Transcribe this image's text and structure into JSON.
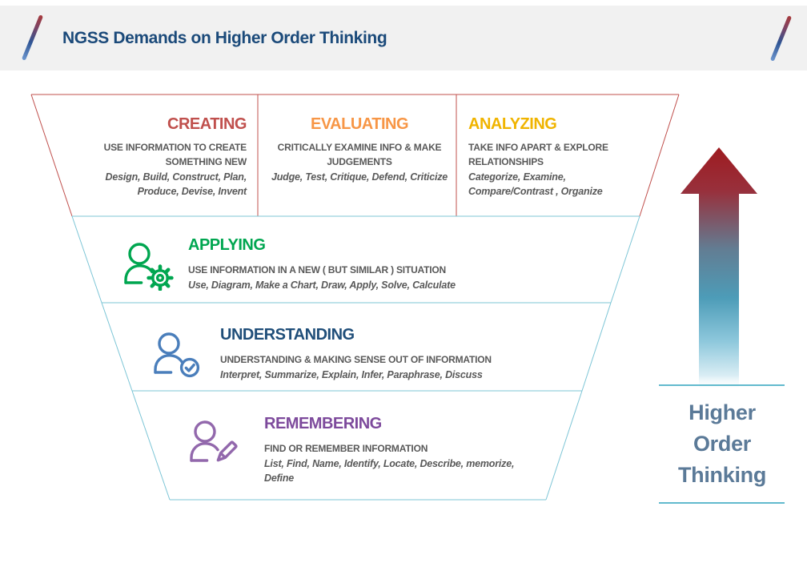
{
  "header": {
    "title": "NGSS Demands on Higher Order Thinking"
  },
  "funnel": {
    "top_row": [
      {
        "id": "creating",
        "title": "CREATING",
        "desc": "USE INFORMATION TO CREATE SOMETHING NEW",
        "verbs": "Design, Build, Construct, Plan, Produce, Devise, Invent"
      },
      {
        "id": "evaluating",
        "title": "EVALUATING",
        "desc": "CRITICALLY EXAMINE INFO & MAKE JUDGEMENTS",
        "verbs": "Judge, Test, Critique, Defend, Criticize"
      },
      {
        "id": "analyzing",
        "title": "ANALYZING",
        "desc": "TAKE INFO APART & EXPLORE RELATIONSHIPS",
        "verbs": "Categorize, Examine, Compare/Contrast , Organize"
      }
    ],
    "rows": [
      {
        "id": "applying",
        "title": "APPLYING",
        "icon": "person-gear-icon",
        "desc": "USE INFORMATION IN A NEW ( BUT SIMILAR ) SITUATION",
        "verbs": "Use, Diagram, Make a Chart, Draw, Apply, Solve, Calculate"
      },
      {
        "id": "understanding",
        "title": "UNDERSTANDING",
        "icon": "person-check-icon",
        "desc": "UNDERSTANDING & MAKING SENSE OUT OF INFORMATION",
        "verbs": "Interpret, Summarize, Explain, Infer, Paraphrase, Discuss"
      },
      {
        "id": "remembering",
        "title": "REMEMBERING",
        "icon": "person-pencil-icon",
        "desc": "FIND OR REMEMBER INFORMATION",
        "verbs": "List, Find, Name, Identify, Locate, Describe, memorize, Define"
      }
    ]
  },
  "arrow_label": {
    "lines": [
      "Higher",
      "Order",
      "Thinking"
    ]
  },
  "icons": [
    "decorative-slash-left",
    "decorative-slash-right",
    "up-arrow-gradient",
    "person-gear-icon",
    "person-check-icon",
    "person-pencil-icon"
  ],
  "colors": {
    "header_bg": "#f1f1f1",
    "title": "#1b4a7a",
    "creating": "#c0504d",
    "evaluating": "#f79646",
    "analyzing": "#f0b400",
    "applying": "#00a650",
    "understanding": "#1f4e79",
    "remembering": "#7d4a9c",
    "body_text": "#595959",
    "funnel_red": "#c0504d",
    "funnel_teal": "#7cc5d6",
    "accent_teal": "#2fa3bd",
    "hot_text": "#5b7a98",
    "arrow_top": "#9e1b20",
    "arrow_bottom": "#d9edf4"
  }
}
